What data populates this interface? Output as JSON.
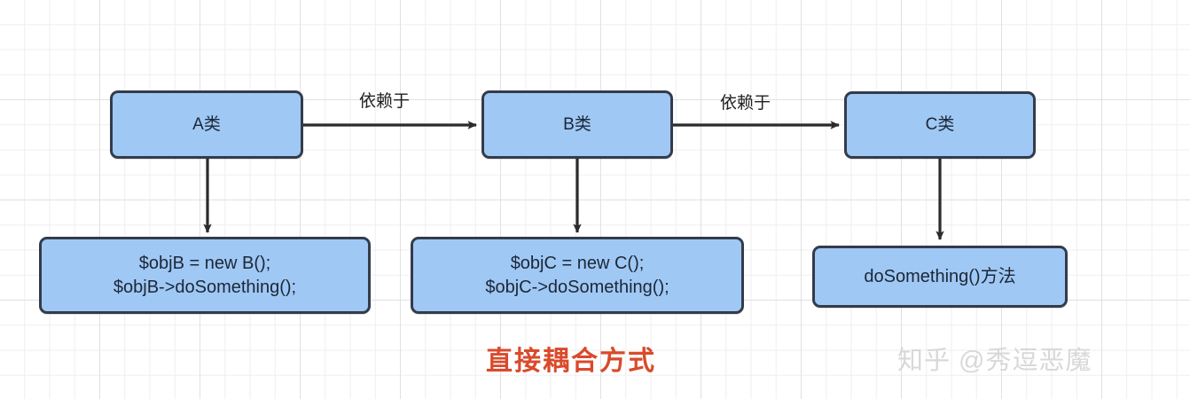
{
  "diagram": {
    "title_caption": "直接耦合方式",
    "watermark": "知乎 @秀逗恶魔",
    "colors": {
      "node_fill": "#a0c8f5",
      "node_border": "#333c4a",
      "caption_color": "#d94a2b",
      "arrow_color": "#2b2b2b",
      "grid_line": "#e9e9e9",
      "watermark_color": "#d8d8d8"
    },
    "class_nodes": [
      {
        "id": "class-a",
        "label": "A类"
      },
      {
        "id": "class-b",
        "label": "B类"
      },
      {
        "id": "class-c",
        "label": "C类"
      }
    ],
    "code_nodes": [
      {
        "id": "code-b",
        "label": "$objB = new B();\n$objB->doSomething();"
      },
      {
        "id": "code-c",
        "label": "$objC = new C();\n$objC->doSomething();"
      },
      {
        "id": "method-c",
        "label": "doSomething()方法"
      }
    ],
    "edge_labels": [
      {
        "id": "edge-a-b",
        "label": "依赖于"
      },
      {
        "id": "edge-b-c",
        "label": "依赖于"
      }
    ]
  }
}
